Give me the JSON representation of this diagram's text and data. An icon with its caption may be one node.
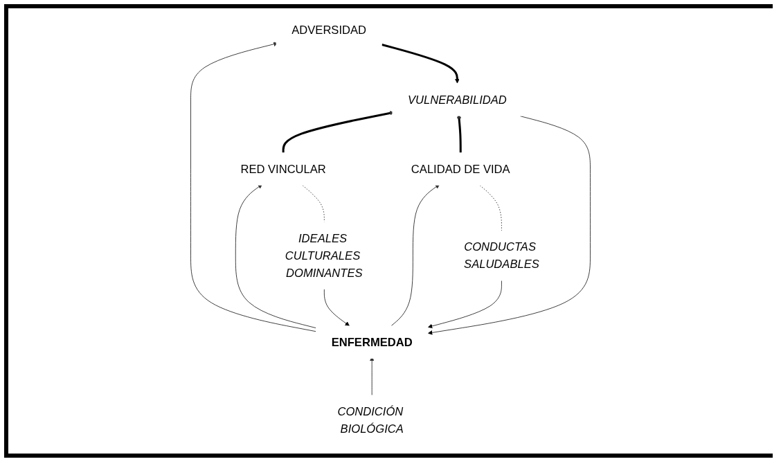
{
  "diagram": {
    "nodes": [
      {
        "text": [
          "ADVERSIDAD"
        ]
      },
      {
        "text": [
          "RED VINCULAR"
        ]
      },
      {
        "text": [
          "VULNERABILIDAD"
        ]
      },
      {
        "text": [
          "CALIDAD DE VIDA"
        ]
      },
      {
        "text": [
          "IDEALES CULTURALES DOMINANTES"
        ]
      },
      {
        "text": [
          "ENFERMEDAD"
        ]
      },
      {
        "text": [
          "CONDUCTAS SALUDABLES"
        ]
      },
      {
        "text": [
          "CONDICIÓN BIOLÓGICA"
        ]
      }
    ],
    "edges": [
      {
        "from": 5,
        "to": 0,
        "arrow": "to"
      },
      {
        "from": 0,
        "to": 2,
        "arrow": "to",
        "style": "thick"
      },
      {
        "from": 1,
        "to": 2,
        "arrow": "to",
        "style": "thick"
      },
      {
        "from": 3,
        "to": 2,
        "arrow": "to",
        "style": "thick"
      },
      {
        "from": 2,
        "to": 5,
        "arrow": "to"
      },
      {
        "from": 5,
        "to": 1,
        "arrow": "to"
      },
      {
        "from": 5,
        "to": 3,
        "arrow": "to"
      },
      {
        "from": 4,
        "to": 5,
        "arrow": "to"
      },
      {
        "from": 6,
        "to": 5,
        "arrow": "to"
      },
      {
        "from": 7,
        "to": 5,
        "arrow": "to"
      },
      {
        "from": 1,
        "to": 4,
        "arrow": "none",
        "style": "dashed"
      },
      {
        "from": 3,
        "to": 6,
        "arrow": "none",
        "style": "dashed"
      }
    ]
  }
}
